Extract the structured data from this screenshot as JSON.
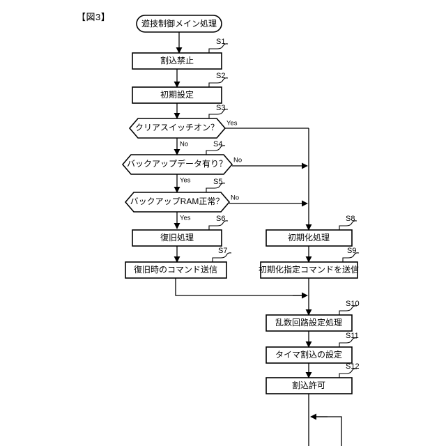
{
  "figure": {
    "label": "【図3】"
  },
  "diagram": {
    "type": "flowchart",
    "title": "遊技制御メイン処理",
    "start_node": {
      "id": "start",
      "shape": "terminator",
      "label": "遊技制御メイン処理"
    },
    "nodes": [
      {
        "id": "S1",
        "step": "S1",
        "shape": "process",
        "label": "割込禁止"
      },
      {
        "id": "S2",
        "step": "S2",
        "shape": "process",
        "label": "初期設定"
      },
      {
        "id": "S3",
        "step": "S3",
        "shape": "decision",
        "label": "クリアスイッチオン？",
        "yes": "Yes",
        "no": "No"
      },
      {
        "id": "S4",
        "step": "S4",
        "shape": "decision",
        "label": "バックアップデータ有り？",
        "yes": "Yes",
        "no": "No"
      },
      {
        "id": "S5",
        "step": "S5",
        "shape": "decision",
        "label": "バックアップRAM正常？",
        "yes": "Yes",
        "no": "No"
      },
      {
        "id": "S6",
        "step": "S6",
        "shape": "process",
        "label": "復旧処理"
      },
      {
        "id": "S7",
        "step": "S7",
        "shape": "process",
        "label": "復旧時のコマンド送信"
      },
      {
        "id": "S8",
        "step": "S8",
        "shape": "process",
        "label": "初期化処理"
      },
      {
        "id": "S9",
        "step": "S9",
        "shape": "process",
        "label": "初期化指定コマンドを送信"
      },
      {
        "id": "S10",
        "step": "S10",
        "shape": "process",
        "label": "乱数回路設定処理"
      },
      {
        "id": "S11",
        "step": "S11",
        "shape": "process",
        "label": "タイマ割込の設定"
      },
      {
        "id": "S12",
        "step": "S12",
        "shape": "process",
        "label": "割込許可"
      }
    ],
    "branch_labels": {
      "s3_yes": "Yes",
      "s3_no": "No",
      "s4_yes": "Yes",
      "s4_no": "No",
      "s5_yes": "Yes",
      "s5_no": "No"
    },
    "colors": {
      "line": "#000000",
      "fill": "#ffffff",
      "text": "#000000",
      "background": "#ffffff"
    }
  }
}
